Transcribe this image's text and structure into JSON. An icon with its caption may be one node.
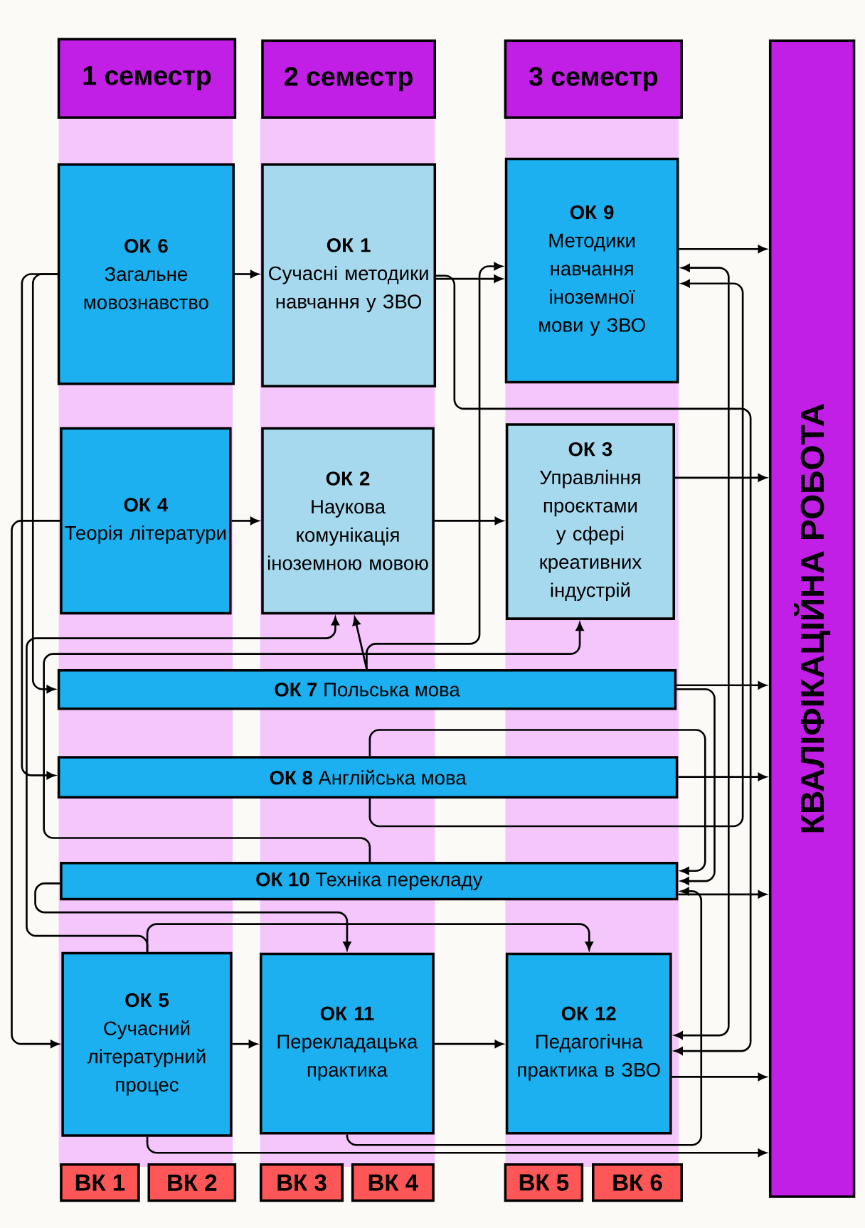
{
  "diagram": {
    "nodes": [
      {
        "text": [
          "1 семестр"
        ]
      },
      {
        "text": [
          "2 семестр"
        ]
      },
      {
        "text": [
          "3 семестр"
        ]
      },
      {
        "text": [
          "КВАЛІФІКАЦІЙНА РОБОТА"
        ]
      },
      {
        "text": [
          "ОК 6",
          "Загальне мовознавство"
        ]
      },
      {
        "text": [
          "ОК 1",
          "Сучасні методики навчання у ЗВО"
        ]
      },
      {
        "text": [
          "ОК 9",
          "Методики навчання іноземної мови у ЗВО"
        ]
      },
      {
        "text": [
          "ОК 4",
          "Теорія літератури"
        ]
      },
      {
        "text": [
          "ОК 2",
          "Наукова комунікація іноземною мовою"
        ]
      },
      {
        "text": [
          "ОК 3",
          "Управління проєктами у сфері креативних індустрій"
        ]
      },
      {
        "text": [
          "**ОК 7** Польська мова"
        ]
      },
      {
        "text": [
          "**ОК 8** Англійська мова"
        ]
      },
      {
        "text": [
          "**ОК 10** Техніка перекладу"
        ]
      },
      {
        "text": [
          "ОК 5",
          "Сучасний літературний процес"
        ]
      },
      {
        "text": [
          "ОК 11",
          "Перекладацька практика"
        ]
      },
      {
        "text": [
          "ОК 12",
          "Педагогічна практика в ЗВО"
        ]
      },
      {
        "text": [
          "ВК 1"
        ]
      },
      {
        "text": [
          "ВК 2"
        ]
      },
      {
        "text": [
          "ВК 3"
        ]
      },
      {
        "text": [
          "ВК 4"
        ]
      },
      {
        "text": [
          "ВК 5"
        ]
      },
      {
        "text": [
          "ВК 6"
        ]
      }
    ],
    "edges": [
      {
        "from": 4,
        "to": 5,
        "arrow": "to"
      },
      {
        "from": 5,
        "to": 6,
        "arrow": "to"
      },
      {
        "from": 7,
        "to": 8,
        "arrow": "to"
      },
      {
        "from": 8,
        "to": 9,
        "arrow": "to"
      },
      {
        "from": 13,
        "to": 14,
        "arrow": "to"
      },
      {
        "from": 14,
        "to": 15,
        "arrow": "to"
      },
      {
        "from": 6,
        "to": 3,
        "arrow": "to"
      },
      {
        "from": 9,
        "to": 3,
        "arrow": "to"
      },
      {
        "from": 10,
        "to": 3,
        "arrow": "to"
      },
      {
        "from": 11,
        "to": 3,
        "arrow": "to"
      },
      {
        "from": 12,
        "to": 3,
        "arrow": "to"
      },
      {
        "from": 15,
        "to": 3,
        "arrow": "to"
      },
      {
        "from": 13,
        "to": 3,
        "arrow": "to"
      },
      {
        "from": 4,
        "to": 10,
        "arrow": "to"
      },
      {
        "from": 4,
        "to": 11,
        "arrow": "to"
      },
      {
        "from": 7,
        "to": 13,
        "arrow": "to"
      },
      {
        "from": 10,
        "to": 8,
        "arrow": "to"
      },
      {
        "from": 10,
        "to": 6,
        "arrow": "to"
      },
      {
        "from": 12,
        "to": 9,
        "arrow": "to"
      },
      {
        "from": 13,
        "to": 8,
        "arrow": "to"
      },
      {
        "from": 13,
        "to": 15,
        "arrow": "to"
      },
      {
        "from": 11,
        "to": 12,
        "arrow": "to"
      },
      {
        "from": 11,
        "to": 6,
        "arrow": "to"
      },
      {
        "from": 10,
        "to": 12,
        "arrow": "to"
      },
      {
        "from": 6,
        "to": 15,
        "arrow": "both"
      },
      {
        "from": 5,
        "to": 15,
        "arrow": "to"
      },
      {
        "from": 14,
        "to": 12,
        "arrow": "to"
      },
      {
        "from": 12,
        "to": 14,
        "arrow": "to"
      }
    ]
  }
}
